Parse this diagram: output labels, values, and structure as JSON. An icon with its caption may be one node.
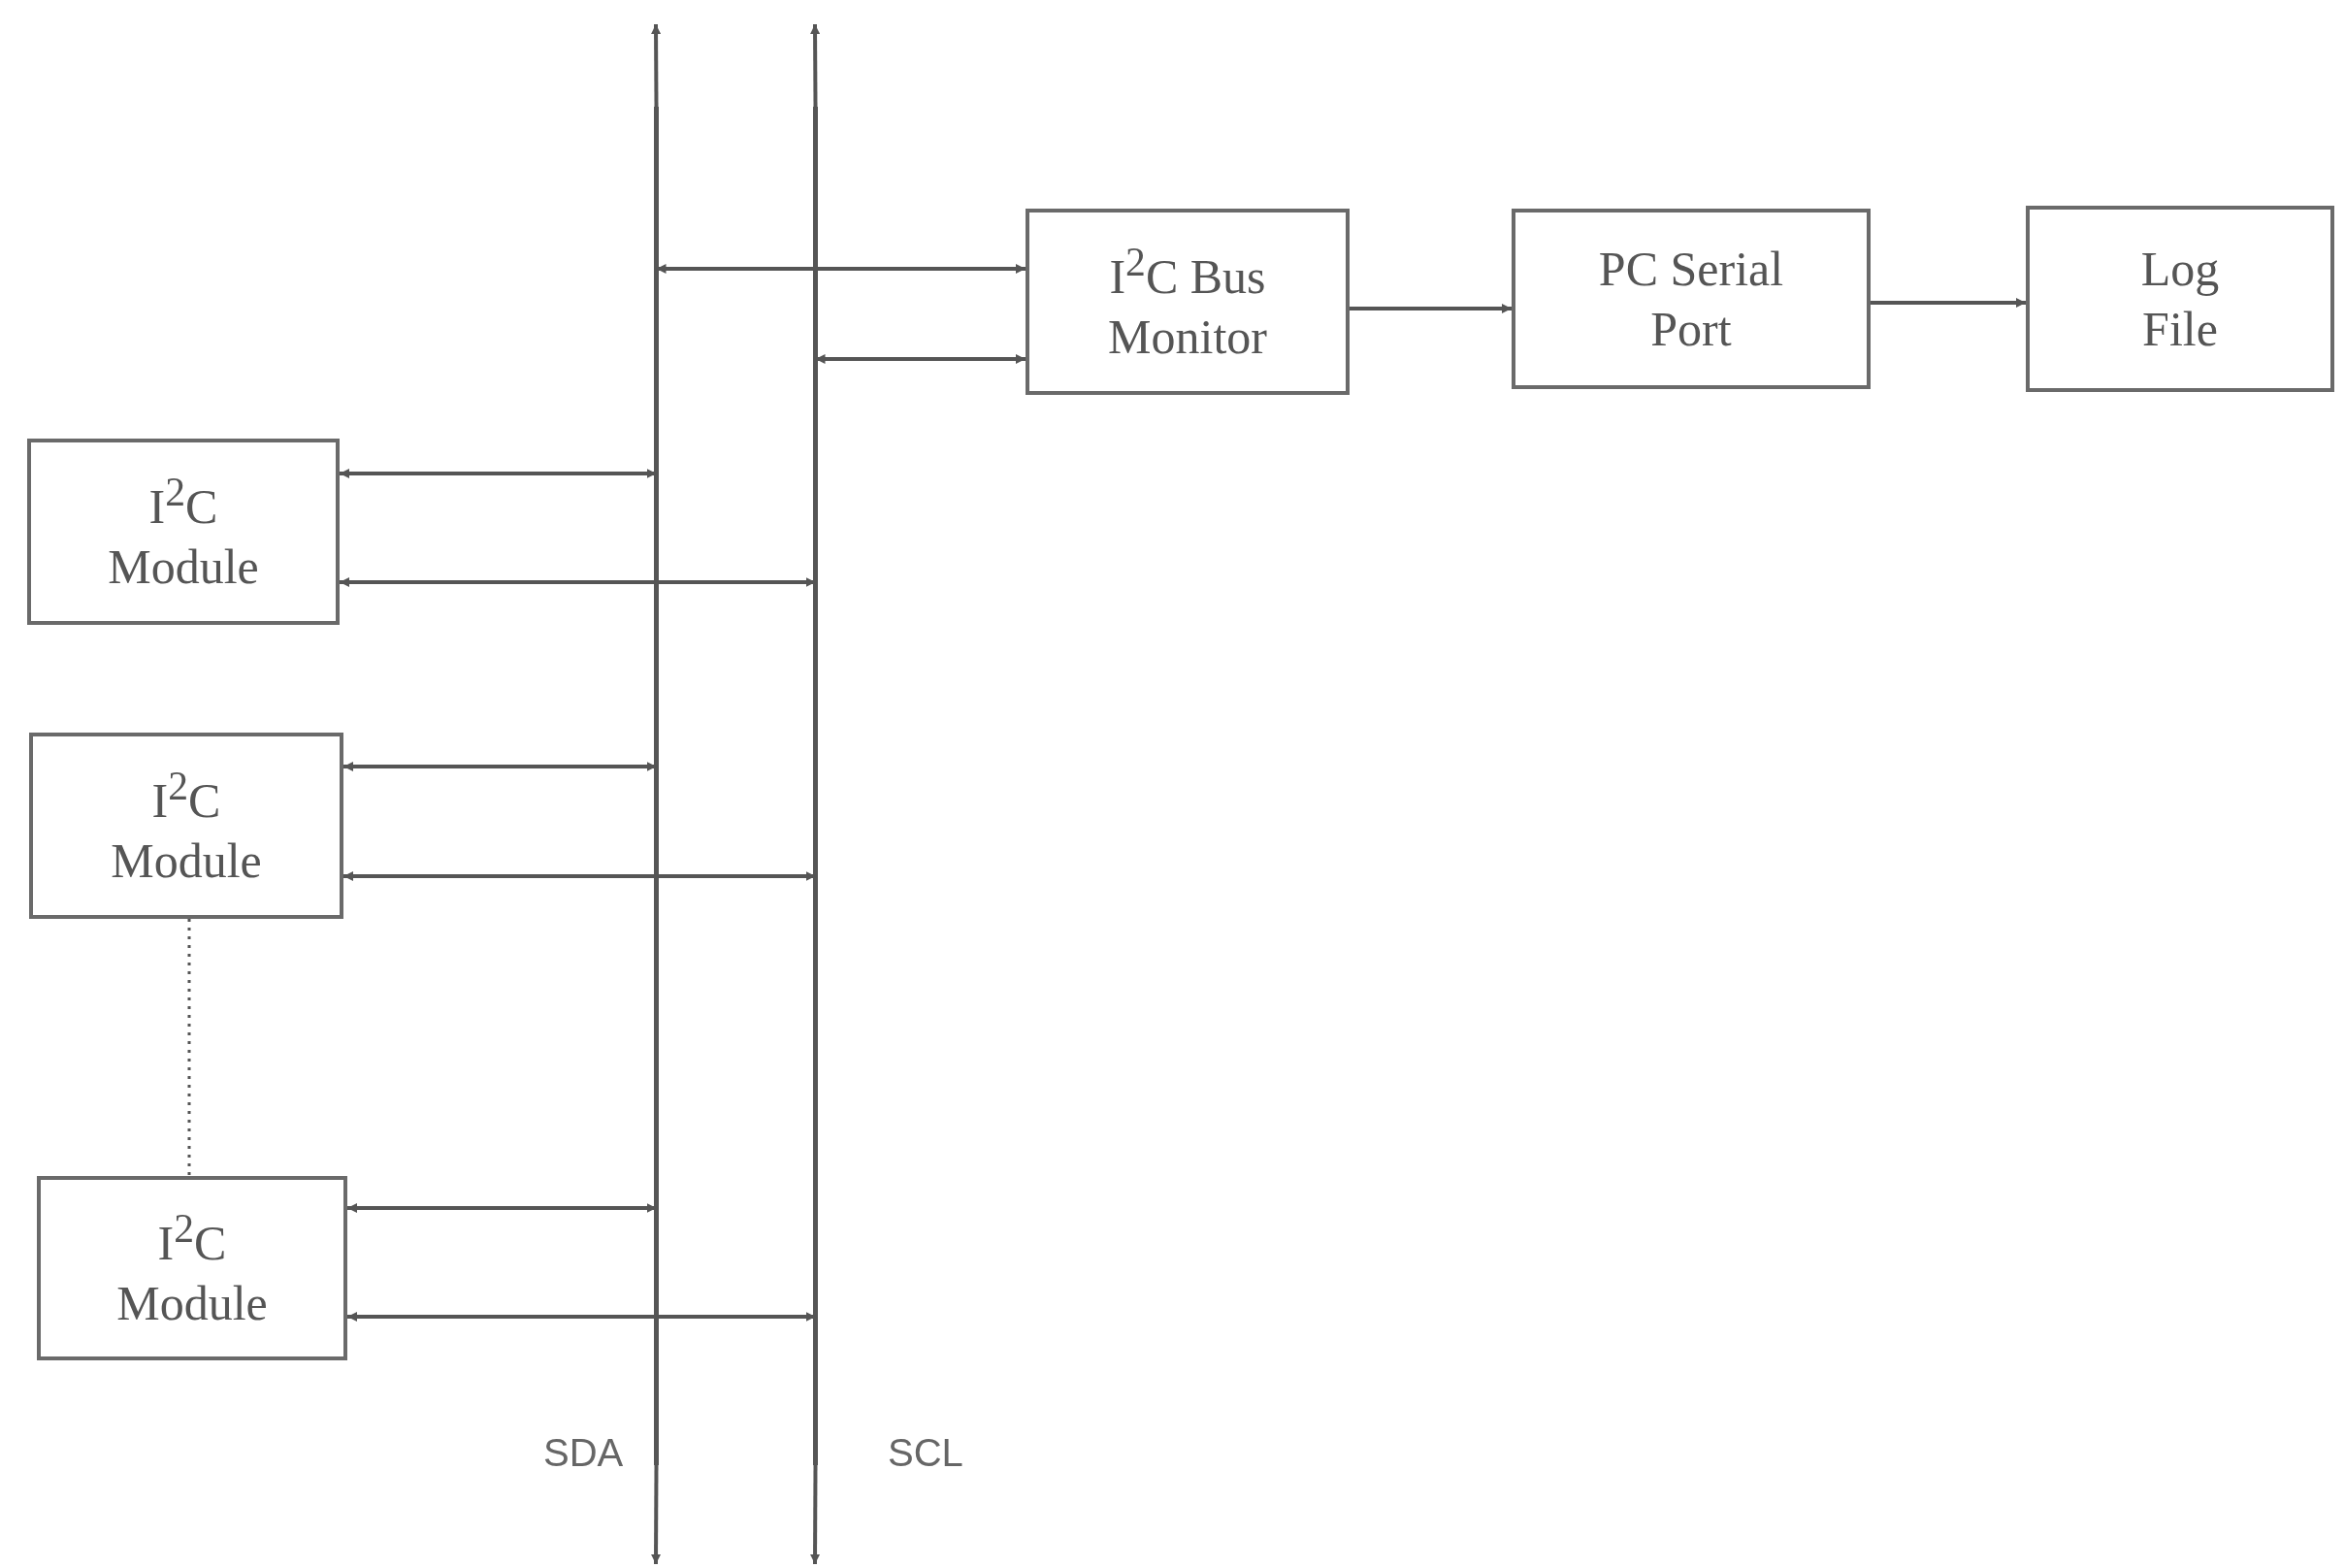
{
  "diagram": {
    "nodes": [
      {
        "text": [],
        "shape": "bar",
        "beside": [
          "SDA"
        ]
      },
      {
        "text": [],
        "shape": "bar",
        "beside": [
          "SCL"
        ]
      },
      {
        "text": [
          "I$^{2}$C Bus Monitor"
        ]
      },
      {
        "text": [
          "PC Serial Port"
        ]
      },
      {
        "text": [
          "Log File"
        ]
      },
      {
        "text": [
          "I$^{2}$C Module"
        ]
      },
      {
        "text": [
          "I$^{2}$C Module"
        ]
      },
      {
        "text": [
          "I$^{2}$C Module"
        ]
      }
    ],
    "edges": [
      {
        "from": 0,
        "to": null,
        "arrow": "to"
      },
      {
        "from": 1,
        "to": null,
        "arrow": "to"
      },
      {
        "from": 0,
        "to": null,
        "arrow": "to"
      },
      {
        "from": 1,
        "to": null,
        "arrow": "to"
      },
      {
        "from": 0,
        "to": 2,
        "arrow": "both"
      },
      {
        "from": 1,
        "to": 2,
        "arrow": "both"
      },
      {
        "from": 2,
        "to": 3,
        "arrow": "to"
      },
      {
        "from": 3,
        "to": 4,
        "arrow": "to"
      },
      {
        "from": 5,
        "to": 0,
        "arrow": "both"
      },
      {
        "from": 5,
        "to": 1,
        "arrow": "both"
      },
      {
        "from": 6,
        "to": 0,
        "arrow": "both"
      },
      {
        "from": 6,
        "to": 1,
        "arrow": "both"
      },
      {
        "from": 7,
        "to": 0,
        "arrow": "both"
      },
      {
        "from": 7,
        "to": 1,
        "arrow": "both"
      },
      {
        "from": 6,
        "to": 7,
        "arrow": "none",
        "style": "dashed"
      }
    ]
  }
}
